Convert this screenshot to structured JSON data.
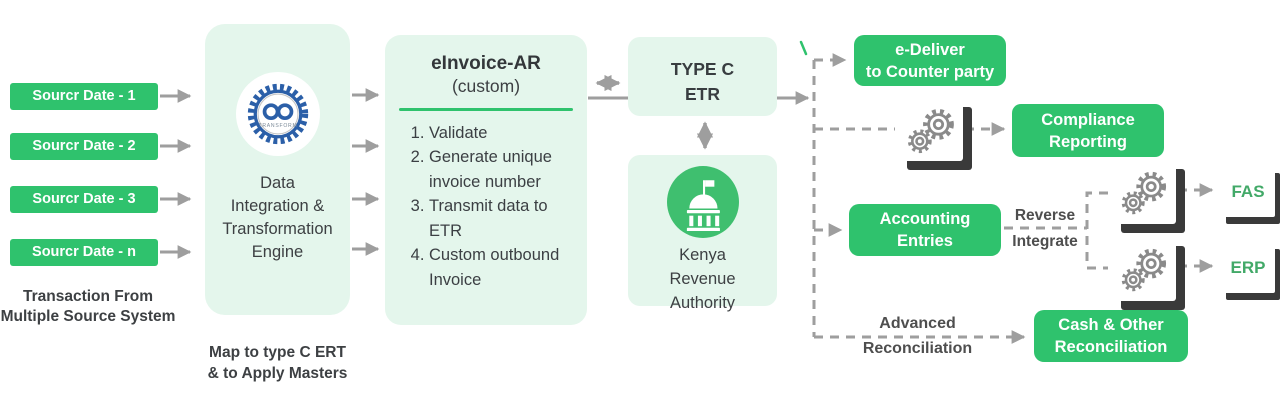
{
  "sources": {
    "items": [
      "Sourcr Date - 1",
      "Sourcr Date - 2",
      "Sourcr Date - 3",
      "Sourcr Date - n"
    ],
    "caption": [
      "Transaction From",
      "Multiple Source System"
    ]
  },
  "engine": {
    "icon_text": "TRANSFORM",
    "label": [
      "Data",
      "Integration &",
      "Transformation",
      "Engine"
    ],
    "caption": [
      "Map to type C ERT",
      "& to Apply Masters"
    ]
  },
  "einvoice": {
    "title": "eInvoice-AR",
    "subtitle": "(custom)",
    "steps": [
      "Validate",
      "Generate unique\ninvoice number",
      "Transmit data to\nETR",
      "Custom outbound\nInvoice"
    ]
  },
  "etr": {
    "label": [
      "TYPE C",
      "ETR"
    ]
  },
  "kra": {
    "label": [
      "Kenya",
      "Revenue",
      "Authority"
    ]
  },
  "edeliver": {
    "label": [
      "e-Deliver",
      "to Counter party"
    ]
  },
  "compliance": {
    "label": [
      "Compliance",
      "Reporting"
    ]
  },
  "accounting": {
    "label": [
      "Accounting",
      "Entries"
    ]
  },
  "reverse": {
    "label": [
      "Reverse",
      "Integrate"
    ]
  },
  "fas": "FAS",
  "erp": "ERP",
  "advanced": {
    "label": [
      "Advanced",
      "Reconciliation"
    ]
  },
  "cash": {
    "label": [
      "Cash & Other",
      "Reconciliation"
    ]
  },
  "colors": {
    "node_green": "#2FC26D",
    "mint_panel": "#E4F6EC",
    "icon_circle_green": "#3FBF6F",
    "connector_gray": "#9E9E9E",
    "dark_text": "#3C4043",
    "label_gray": "#4E4E4E",
    "gear_gray": "#8A8A8A",
    "shadow_dark": "#3A3A3A",
    "transform_blue": "#2B5FA8",
    "fas_erp_green": "#42A968"
  }
}
